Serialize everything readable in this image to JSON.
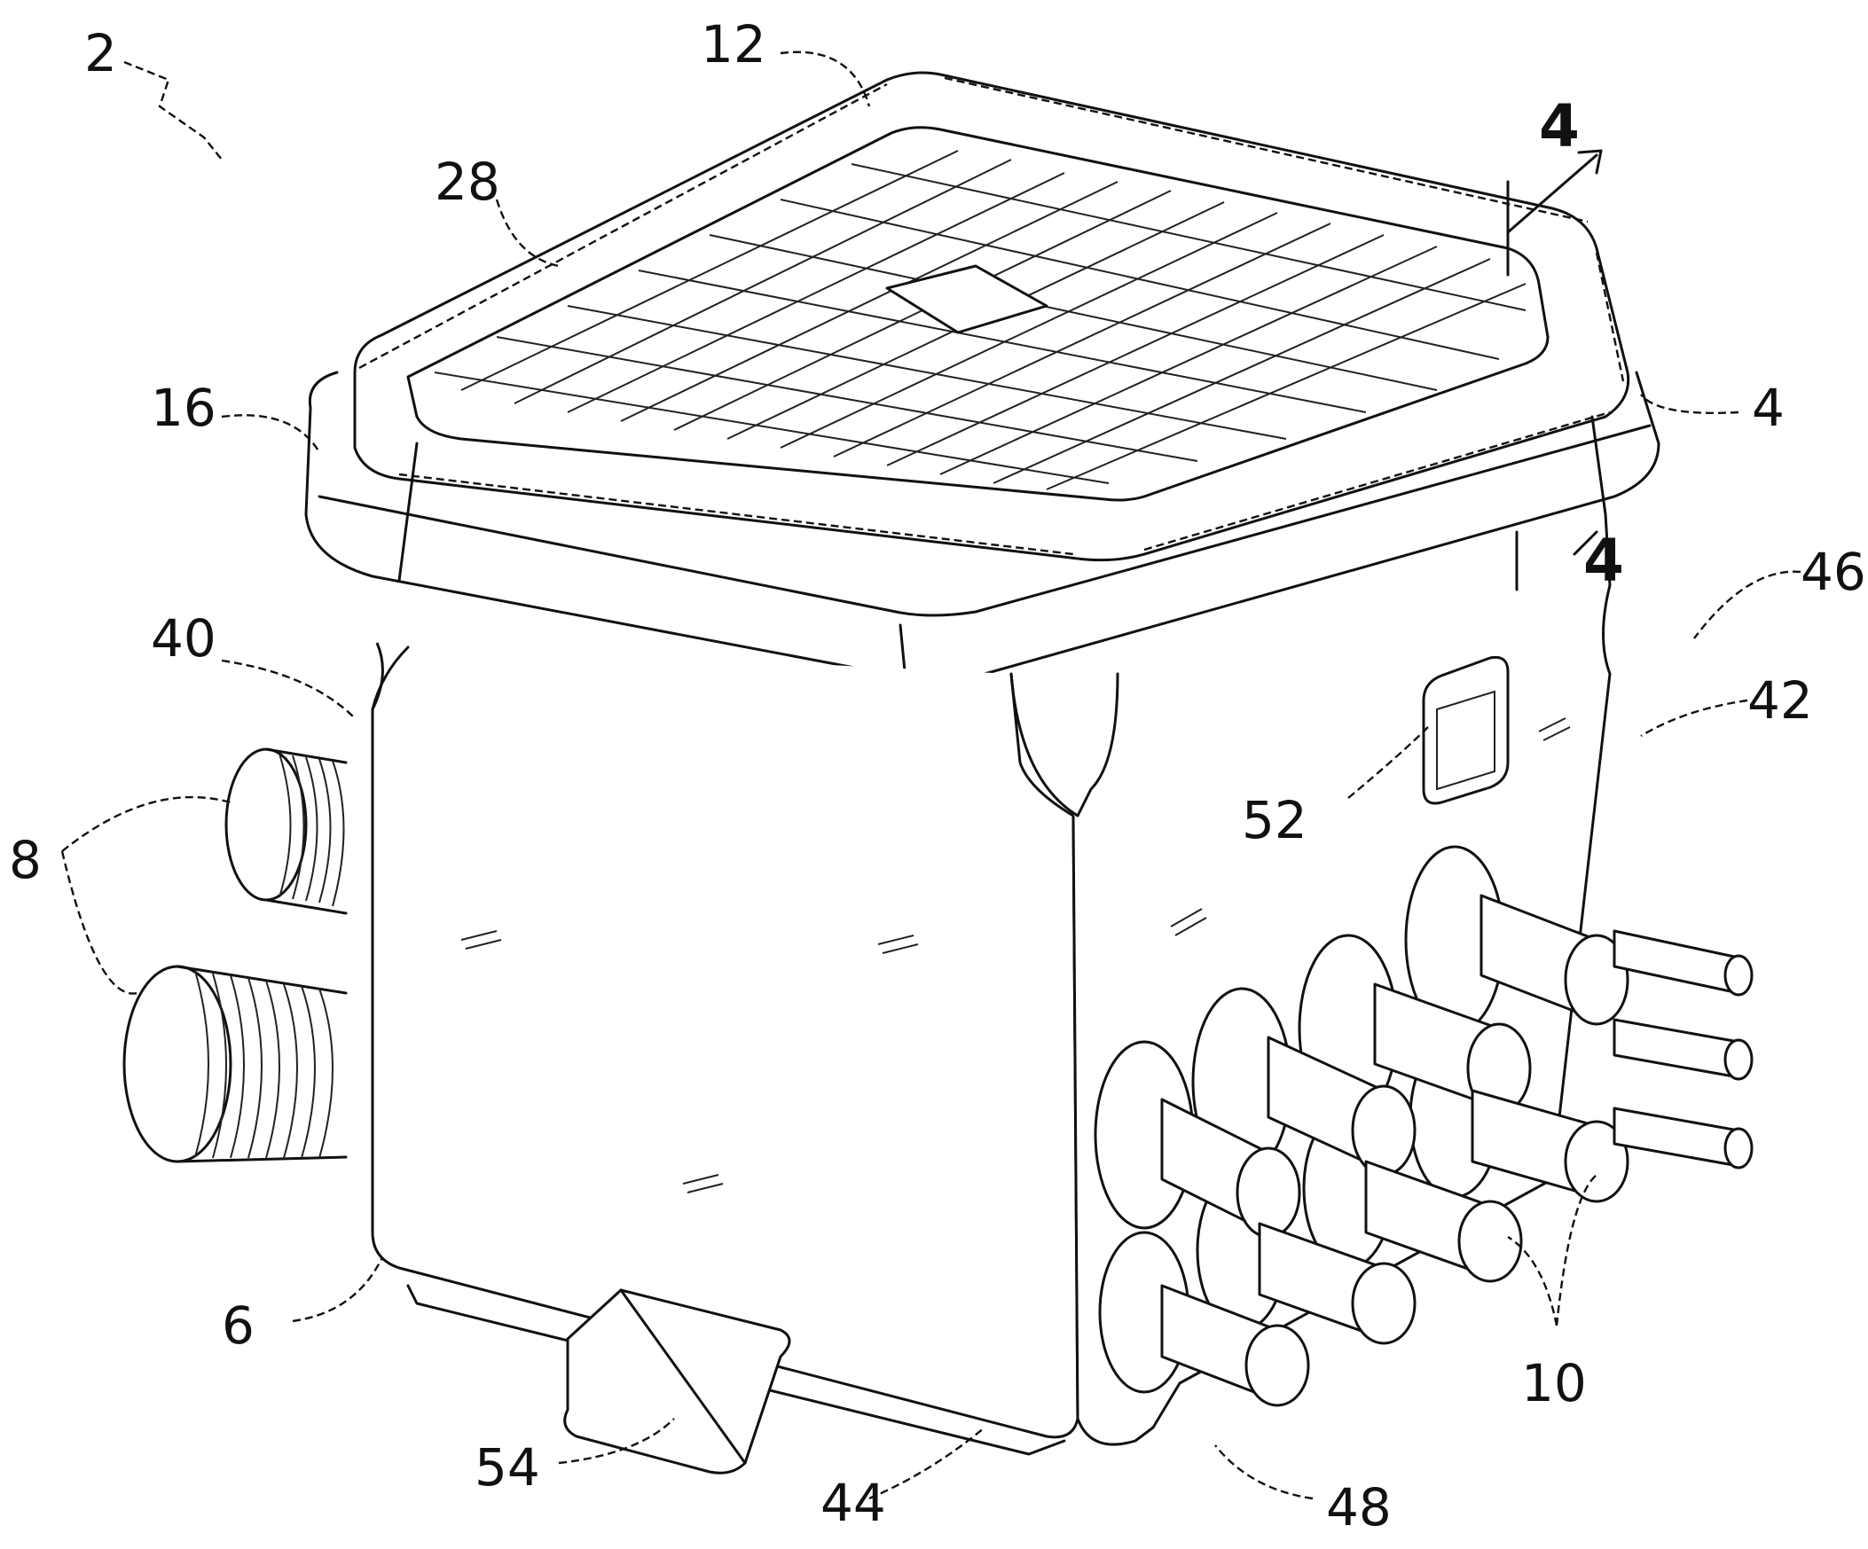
{
  "figure": {
    "reference_labels": [
      {
        "id": "2",
        "text": "2"
      },
      {
        "id": "12",
        "text": "12"
      },
      {
        "id": "28",
        "text": "28"
      },
      {
        "id": "4-section-top",
        "text": "4"
      },
      {
        "id": "16",
        "text": "16"
      },
      {
        "id": "4",
        "text": "4"
      },
      {
        "id": "4-section-bottom",
        "text": "4"
      },
      {
        "id": "46",
        "text": "46"
      },
      {
        "id": "40",
        "text": "40"
      },
      {
        "id": "42",
        "text": "42"
      },
      {
        "id": "52",
        "text": "52"
      },
      {
        "id": "8",
        "text": "8"
      },
      {
        "id": "6",
        "text": "6"
      },
      {
        "id": "10",
        "text": "10"
      },
      {
        "id": "54",
        "text": "54"
      },
      {
        "id": "44",
        "text": "44"
      },
      {
        "id": "48",
        "text": "48"
      }
    ]
  }
}
